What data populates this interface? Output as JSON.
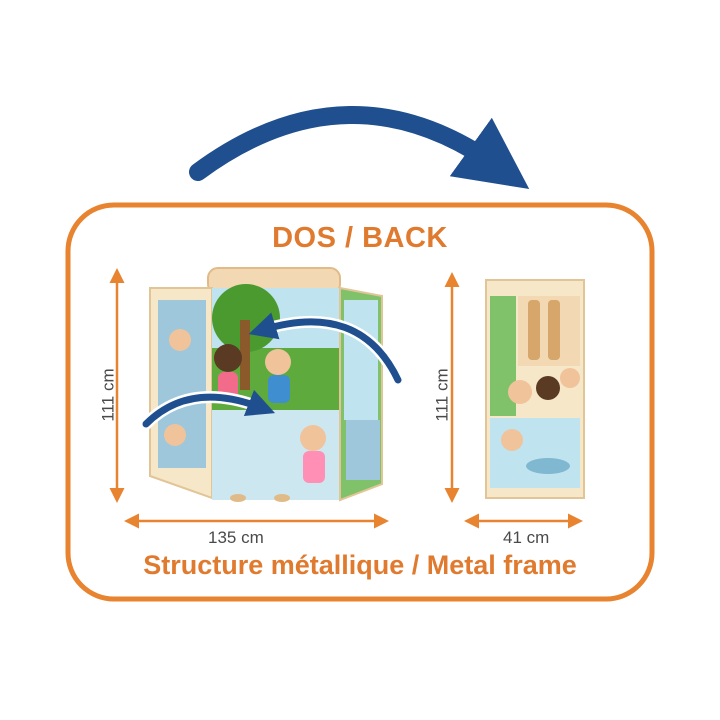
{
  "title": "DOS / BACK",
  "caption": "Structure métallique / Metal frame",
  "dimensions": {
    "open_height": "111 cm",
    "open_width": "135 cm",
    "folded_height": "111 cm",
    "folded_width": "41 cm"
  },
  "colors": {
    "frame_orange": "#e8832f",
    "arrow_blue": "#1f4f8e",
    "dimension_orange": "#e07a2e",
    "panel_wood": "#f2d9b4",
    "scene_green": "#5faa3c",
    "scene_sky": "#bfe3ef"
  },
  "icons": [
    "rotate-arrow-icon",
    "curved-arrow-icon",
    "double-headed-arrow-icon"
  ]
}
